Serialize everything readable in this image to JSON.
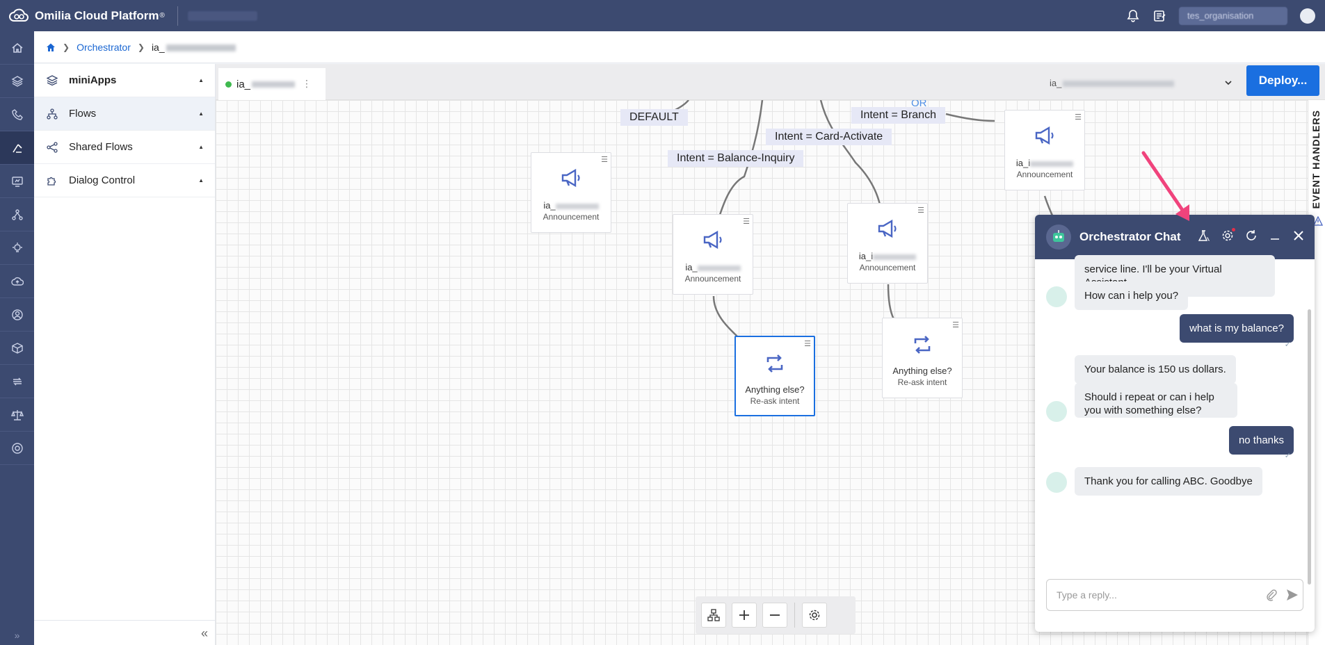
{
  "app": {
    "title": "Omilia Cloud Platform",
    "title_mark": "®"
  },
  "topbar": {
    "org": "tes_organisation"
  },
  "breadcrumb": {
    "home": "home",
    "section": "Orchestrator",
    "app_prefix": "ia_"
  },
  "sidepanel": {
    "items": [
      {
        "label": "miniApps",
        "caret": "▲"
      },
      {
        "label": "Flows",
        "caret": "▲"
      },
      {
        "label": "Shared Flows",
        "caret": "▲"
      },
      {
        "label": "Dialog Control",
        "caret": "▲"
      }
    ],
    "collapse": "«"
  },
  "rail": {
    "expand": "»"
  },
  "tab": {
    "prefix": "ia_",
    "menu": "⋮"
  },
  "toolbar": {
    "version_prefix": "ia_",
    "deploy_label": "Deploy..."
  },
  "canvas": {
    "conditions": {
      "default": "DEFAULT",
      "balance": "Intent = Balance-Inquiry",
      "card": "Intent = Card-Activate",
      "branch": "Intent = Branch",
      "or": "OR"
    },
    "nodes": [
      {
        "title_prefix": "ia_",
        "type": "Announcement"
      },
      {
        "title_prefix": "ia_",
        "type": "Announcement"
      },
      {
        "title_prefix": "ia_i",
        "type": "Announcement"
      },
      {
        "title_prefix": "ia_i",
        "type": "Announcement"
      },
      {
        "title": "Anything else?",
        "type": "Re-ask intent"
      },
      {
        "title": "Anything else?",
        "type": "Re-ask intent"
      }
    ]
  },
  "event_handlers": {
    "label": "EVENT HANDLERS"
  },
  "chat": {
    "title": "Orchestrator Chat",
    "messages": [
      {
        "from": "bot",
        "text": "service line. I'll be your Virtual Assistant."
      },
      {
        "from": "bot",
        "text": "How can i help you?"
      },
      {
        "from": "user",
        "text": "what is my balance?"
      },
      {
        "from": "bot",
        "text": "Your balance is 150 us dollars."
      },
      {
        "from": "bot",
        "text": "Should i repeat or can i help you with something else?"
      },
      {
        "from": "user",
        "text": "no thanks"
      },
      {
        "from": "bot",
        "text": "Thank you for calling ABC. Goodbye"
      }
    ],
    "input_placeholder": "Type a reply..."
  },
  "colors": {
    "nav": "#3c4a70",
    "accent": "#1a6fe0",
    "highlight_arrow": "#f0437c"
  }
}
